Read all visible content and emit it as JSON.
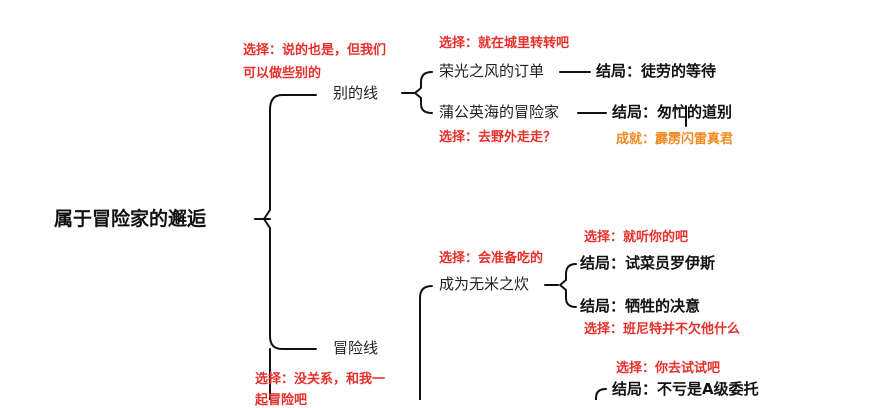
{
  "root": "属于冒险家的邂逅",
  "branch_other": {
    "label": "别的线",
    "choice_lines": [
      "选择：说的也是，但我们",
      "可以做些别的"
    ],
    "sub1": {
      "choice": "选择：就在城里转转吧",
      "label": "荣光之风的订单",
      "ending": "结局：徒劳的等待"
    },
    "sub2": {
      "label": "蒲公英海的冒险家",
      "choice": "选择：去野外走走？",
      "ending": "结局：匆忙的道别",
      "achievement": "成就：霹雳闪雷真君"
    }
  },
  "branch_adventure": {
    "label": "冒险线",
    "choice_lines": [
      "选择：没关系，和我一",
      "起冒险吧"
    ],
    "sub1": {
      "choice": "选择：会准备吃的",
      "label": "成为无米之炊",
      "ending1_choice": "选择：就听你的吧",
      "ending1": "结局：试菜员罗伊斯",
      "ending2": "结局：牺牲的决意",
      "ending2_choice": "选择：班尼特并不欠他什么"
    },
    "sub2": {
      "choice": "选择：你去试试吧",
      "ending": "结局：不亏是A级委托"
    }
  },
  "colors": {
    "choice": "#e8302a",
    "achievement": "#f08a24",
    "line": "#111111"
  }
}
